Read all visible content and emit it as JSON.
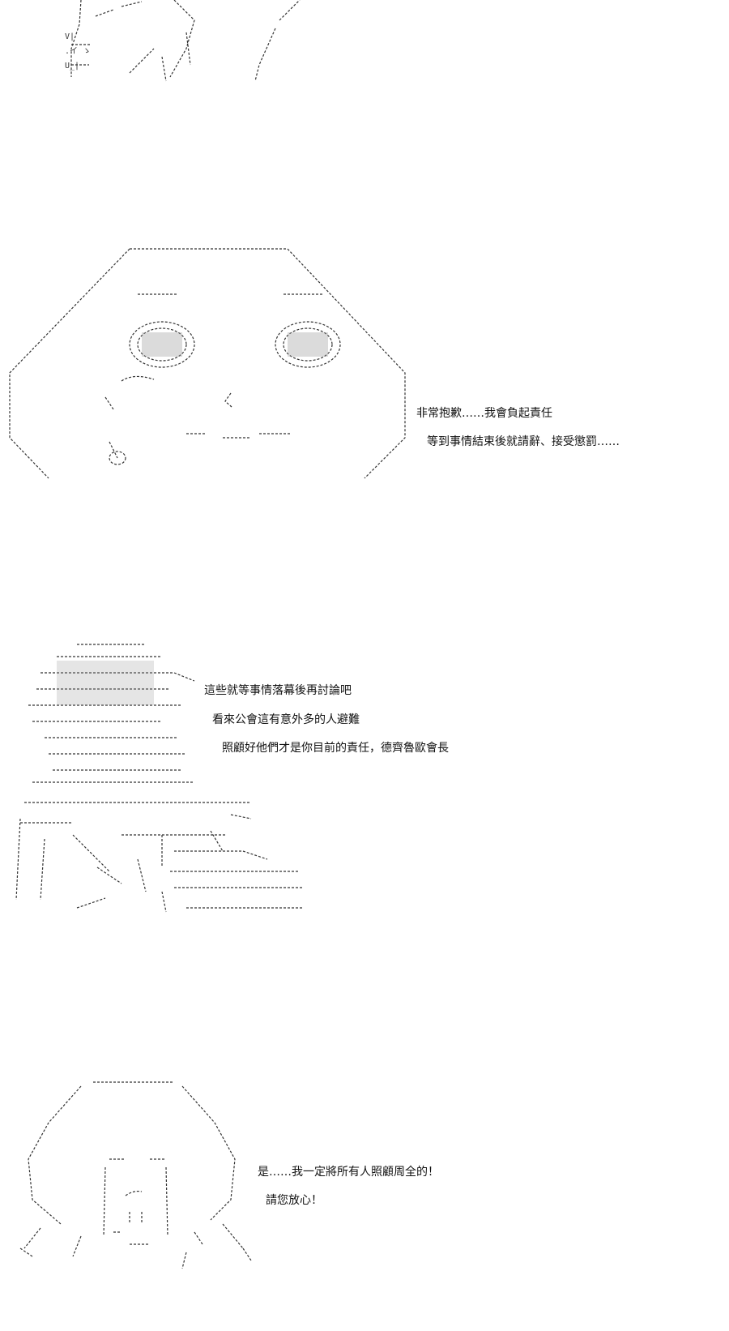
{
  "panels": [
    {
      "lines": []
    },
    {
      "lines": [
        "非常抱歉……我會負起責任",
        "等到事情結束後就請辭、接受懲罰……"
      ]
    },
    {
      "lines": [
        "這些就等事情落幕後再討論吧",
        "看來公會這有意外多的人避難",
        "照顧好他們才是你目前的責任，德齊魯歐會長"
      ]
    },
    {
      "lines": [
        "是……我一定將所有人照顧周全的！",
        "請您放心！"
      ]
    }
  ]
}
